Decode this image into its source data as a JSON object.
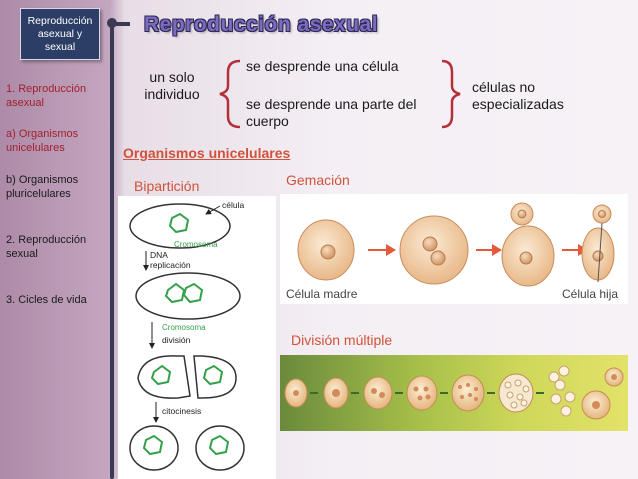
{
  "sidebar": {
    "box_label": "Reproducción asexual y sexual",
    "items": [
      {
        "label": "1. Reproducción asexual",
        "active": true
      },
      {
        "label": "a) Organismos unicelulares",
        "active": true
      },
      {
        "label": "b) Organismos pluricelulares",
        "active": false
      },
      {
        "label": "2. Reproducción sexual",
        "active": false
      },
      {
        "label": "3. Cicles de vida",
        "active": false
      }
    ]
  },
  "header": {
    "title": "Reproducción asexual"
  },
  "main": {
    "source": "un solo individuo",
    "option_1": "se desprende una célula",
    "option_2": "se desprende una parte del cuerpo",
    "result": "células no especializadas",
    "subtitle": "Organismos unicelulares",
    "biparticion": {
      "title": "Bipartición",
      "labels": {
        "celula": "célula",
        "cromosoma_1": "Cromosoma",
        "dna": "DNA",
        "replicacion": "replicación",
        "cromosoma_2": "Cromosoma",
        "division": "división",
        "citocinesis": "citocinesis"
      }
    },
    "gemacion": {
      "title": "Gemación",
      "caption_left": "Célula madre",
      "caption_right": "Célula hija"
    },
    "division_multiple": {
      "title": "División múltiple"
    }
  },
  "colors": {
    "title": "#7e6bc1",
    "accent": "#d1523a",
    "nav_active": "#a3202d",
    "bracket": "#b52f3a",
    "sidebar_box": "#2c3e66"
  }
}
